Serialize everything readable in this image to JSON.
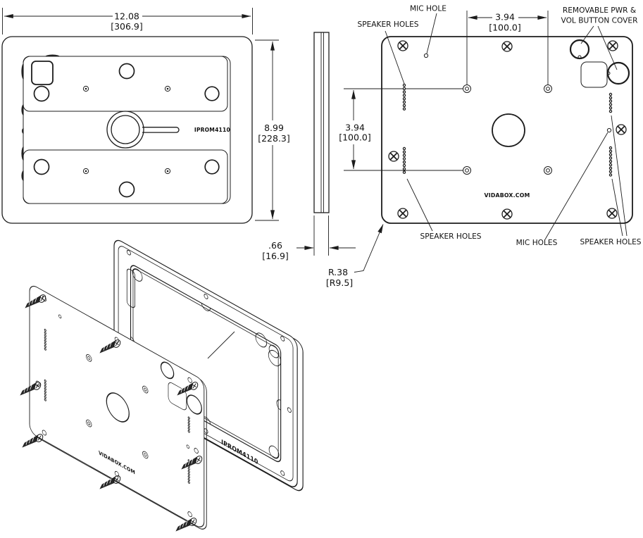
{
  "front_view": {
    "width_in": "12.08",
    "width_mm": "[306.9]",
    "height_in": "8.99",
    "height_mm": "[228.3]",
    "model_text": "IPROM4110"
  },
  "side_view": {
    "thickness_in": ".66",
    "thickness_mm": "[16.9]"
  },
  "back_view": {
    "hole_spacing_h_in": "3.94",
    "hole_spacing_h_mm": "[100.0]",
    "hole_spacing_v_in": "3.94",
    "hole_spacing_v_mm": "[100.0]",
    "corner_radius_in": "R.38",
    "corner_radius_mm": "[R9.5]",
    "brand_text": "VIDABOX.COM",
    "labels": {
      "mic_hole": "MIC HOLE",
      "speaker_holes_top_left": "SPEAKER HOLES",
      "removable_cover_line1": "REMOVABLE PWR &",
      "removable_cover_line2": "VOL BUTTON COVER",
      "speaker_holes_bottom_left": "SPEAKER HOLES",
      "mic_holes_bottom": "MIC HOLES",
      "speaker_holes_bottom_right": "SPEAKER HOLES"
    }
  },
  "iso_view": {
    "model_text": "IPROM4110",
    "brand_text": "VIDABOX.COM"
  },
  "colors": {
    "line": "#1c1c1c",
    "background": "#ffffff"
  }
}
